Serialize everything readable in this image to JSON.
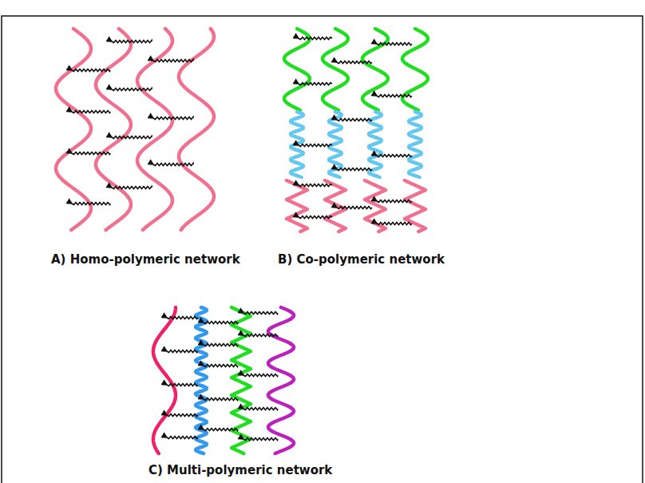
{
  "diagram": {
    "labels": [
      "A) Homo-polymeric network",
      "B) Co-polymeric network",
      "C) Multi-polymeric network"
    ]
  }
}
